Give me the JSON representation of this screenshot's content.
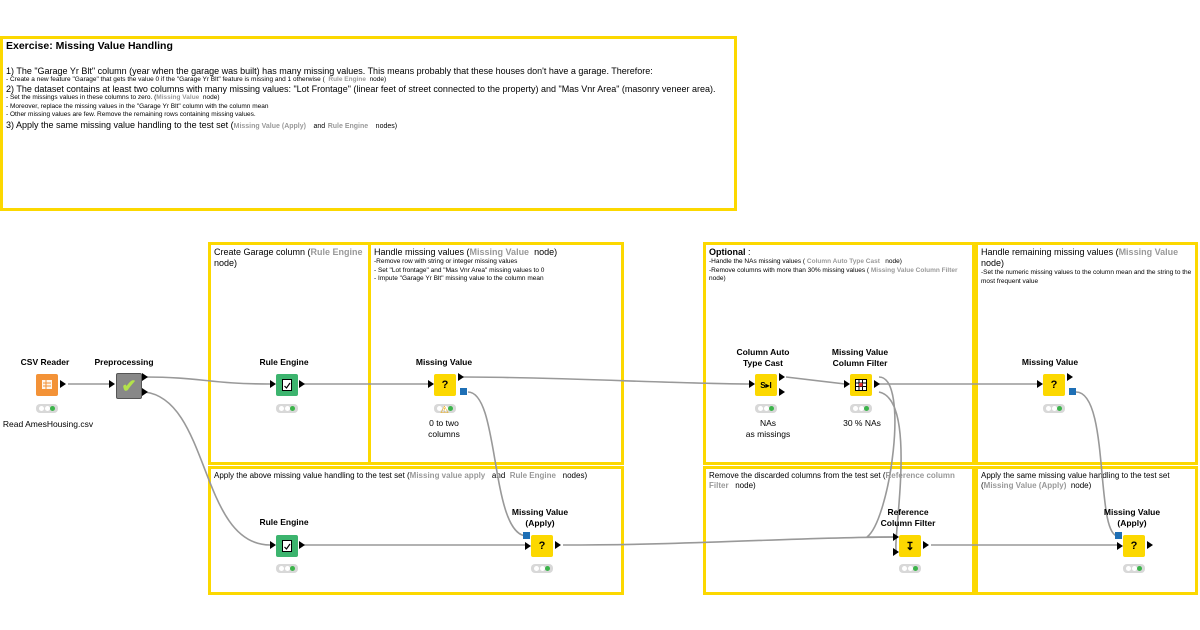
{
  "exercise": {
    "title": "Exercise: Missing Value Handling",
    "line1": "1) The \"Garage Yr Blt\" column (year when the garage was built) has many missing values. This means probably that these houses don't have a garage. Therefore:",
    "line1b_pre": "- Create a new feature \"Garage\" that gets the value 0 if the \"Garage Yr Blt\" feature is missing and 1 otherwise (",
    "line1b_node": "Rule Engine",
    "line1b_post": "node)",
    "line2": "2) The dataset contains at least two columns with many missing values:  \"Lot Frontage\" (linear feet of street connected to the property) and \"Mas Vnr Area\" (masonry veneer area).",
    "line2b_pre": "- Set the missings values in these columns to zero. (",
    "line2b_node": "Missing Value",
    "line2b_post": "node)",
    "line2c": "- Moreover, replace the missing values in the \"Garage Yr Blt\" column with the column mean",
    "line2d": "- Other missing values are few. Remove the remaining rows containing missing values.",
    "line3_pre": "3) Apply the same missing value handling to the test set (",
    "line3_node1": "Missing Value (Apply)",
    "line3_mid": "and",
    "line3_node2": "Rule Engine",
    "line3_post": "nodes)"
  },
  "annotations": {
    "garage": {
      "pre": "Create Garage column (",
      "node": "Rule Engine",
      "post": "node)"
    },
    "handle": {
      "pre": "Handle missing values (",
      "node": "Missing Value",
      "post": "node)",
      "l1": "-Remove row with string or integer missing values",
      "l2": "- Set \"Lot frontage\" and \"Mas Vnr Area\" missing values to 0",
      "l3": "- Impute \"Garage Yr Blt\" missing value to the column mean"
    },
    "optional": {
      "title": "Optional",
      "colon": ":",
      "l1_pre": "-Handle the NAs missing values (",
      "l1_node": "Column Auto Type Cast",
      "l1_post": "node)",
      "l2_pre": "-Remove columns with more than 30% missing values (",
      "l2_node": "Missing Value Column Filter",
      "l2_post": "node)"
    },
    "remaining": {
      "pre": "Handle remaining missing values (",
      "node": "Missing Value",
      "post": "node)",
      "l1": "-Set the numeric missing values to the column mean and the string to the most frequent value"
    },
    "apply_above": {
      "pre": "Apply the above missing value handling to the test set (",
      "node1": "Missing value apply",
      "mid": "and",
      "node2": "Rule Engine",
      "post": "nodes)"
    },
    "remove_discarded": {
      "pre": "Remove the discarded columns from the test set (",
      "node": "Reference column Filter",
      "post": "node)"
    },
    "apply_same": {
      "pre": "Apply the same missing value handling to the test set (",
      "node": "Missing Value (Apply)",
      "post": "node)"
    }
  },
  "nodes": {
    "csv_reader": {
      "title": "CSV Reader",
      "label": "Read AmesHousing.csv",
      "icon": "csv-reader-icon"
    },
    "preprocessing": {
      "title": "Preprocessing",
      "icon": "metanode-check-icon"
    },
    "rule_engine_1": {
      "title": "Rule Engine",
      "icon": "rule-engine-icon"
    },
    "missing_value_1": {
      "title": "Missing Value",
      "label_l1": "0 to two",
      "label_l2": "columns",
      "glyph": "?"
    },
    "auto_type_cast": {
      "title_l1": "Column Auto",
      "title_l2": "Type Cast",
      "label_l1": "NAs",
      "label_l2": "as missings",
      "glyph": "S▸I"
    },
    "mv_column_filter": {
      "title_l1": "Missing Value",
      "title_l2": "Column Filter",
      "label": "30 % NAs"
    },
    "missing_value_2": {
      "title": "Missing Value",
      "glyph": "?"
    },
    "rule_engine_2": {
      "title": "Rule Engine"
    },
    "mv_apply_1": {
      "title_l1": "Missing Value",
      "title_l2": "(Apply)",
      "glyph": "?"
    },
    "ref_column_filter": {
      "title_l1": "Reference",
      "title_l2": "Column Filter",
      "glyph": "↧"
    },
    "mv_apply_2": {
      "title_l1": "Missing Value",
      "title_l2": "(Apply)",
      "glyph": "?"
    }
  },
  "colors": {
    "annotation_border": "#fcd800",
    "node_yellow": "#fcd800",
    "node_green": "#3cb46e",
    "node_orange": "#f39237",
    "port_blue": "#1e6fb5",
    "status_green": "#3cb44b"
  }
}
